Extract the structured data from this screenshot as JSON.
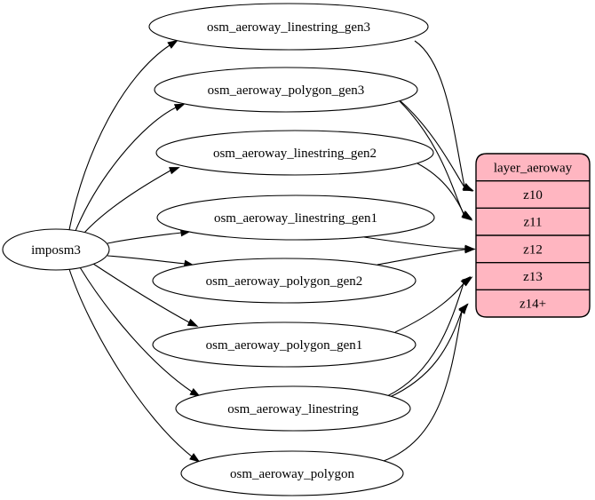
{
  "diagram": {
    "source": {
      "id": "imposm3",
      "label": "imposm3"
    },
    "tables": [
      {
        "id": "osm_aeroway_linestring_gen3",
        "label": "osm_aeroway_linestring_gen3"
      },
      {
        "id": "osm_aeroway_polygon_gen3",
        "label": "osm_aeroway_polygon_gen3"
      },
      {
        "id": "osm_aeroway_linestring_gen2",
        "label": "osm_aeroway_linestring_gen2"
      },
      {
        "id": "osm_aeroway_linestring_gen1",
        "label": "osm_aeroway_linestring_gen1"
      },
      {
        "id": "osm_aeroway_polygon_gen2",
        "label": "osm_aeroway_polygon_gen2"
      },
      {
        "id": "osm_aeroway_polygon_gen1",
        "label": "osm_aeroway_polygon_gen1"
      },
      {
        "id": "osm_aeroway_linestring",
        "label": "osm_aeroway_linestring"
      },
      {
        "id": "osm_aeroway_polygon",
        "label": "osm_aeroway_polygon"
      }
    ],
    "layer": {
      "id": "layer_aeroway",
      "title": "layer_aeroway",
      "rows": [
        {
          "id": "z10",
          "label": "z10"
        },
        {
          "id": "z11",
          "label": "z11"
        },
        {
          "id": "z12",
          "label": "z12"
        },
        {
          "id": "z13",
          "label": "z13"
        },
        {
          "id": "z14+",
          "label": "z14+"
        }
      ]
    },
    "edges": [
      {
        "from": "imposm3",
        "to": "osm_aeroway_linestring_gen3"
      },
      {
        "from": "imposm3",
        "to": "osm_aeroway_polygon_gen3"
      },
      {
        "from": "imposm3",
        "to": "osm_aeroway_linestring_gen2"
      },
      {
        "from": "imposm3",
        "to": "osm_aeroway_linestring_gen1"
      },
      {
        "from": "imposm3",
        "to": "osm_aeroway_polygon_gen2"
      },
      {
        "from": "imposm3",
        "to": "osm_aeroway_polygon_gen1"
      },
      {
        "from": "imposm3",
        "to": "osm_aeroway_linestring"
      },
      {
        "from": "imposm3",
        "to": "osm_aeroway_polygon"
      },
      {
        "from": "osm_aeroway_linestring_gen3",
        "to": "layer_aeroway",
        "row": "z10"
      },
      {
        "from": "osm_aeroway_polygon_gen3",
        "to": "layer_aeroway",
        "row": "z10"
      },
      {
        "from": "osm_aeroway_polygon_gen3",
        "to": "layer_aeroway",
        "row": "z11"
      },
      {
        "from": "osm_aeroway_linestring_gen2",
        "to": "layer_aeroway",
        "row": "z11"
      },
      {
        "from": "osm_aeroway_linestring_gen1",
        "to": "layer_aeroway",
        "row": "z12"
      },
      {
        "from": "osm_aeroway_polygon_gen2",
        "to": "layer_aeroway",
        "row": "z12"
      },
      {
        "from": "osm_aeroway_polygon_gen1",
        "to": "layer_aeroway",
        "row": "z13"
      },
      {
        "from": "osm_aeroway_linestring",
        "to": "layer_aeroway",
        "row": "z13"
      },
      {
        "from": "osm_aeroway_linestring",
        "to": "layer_aeroway",
        "row": "z14+"
      },
      {
        "from": "osm_aeroway_polygon",
        "to": "layer_aeroway",
        "row": "z14+"
      }
    ],
    "colors": {
      "layer_fill": "#ffb6c1",
      "node_fill": "#ffffff",
      "stroke": "#000000",
      "text": "#000000",
      "background": "#ffffff"
    }
  }
}
